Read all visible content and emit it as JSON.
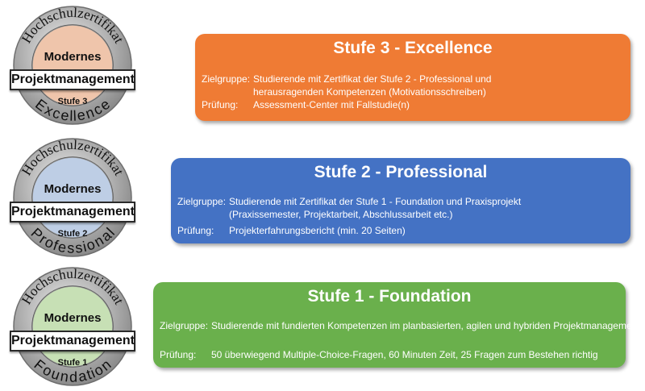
{
  "levels": [
    {
      "seal": {
        "arc_top": "Hochschulzertifikat",
        "line1": "Modernes",
        "line2": "Projektmanagement",
        "stufe": "Stufe 3",
        "arc_bottom": "Excellence",
        "tint": "#e6a77e"
      },
      "card": {
        "title": "Stufe 3 - Excellence",
        "color": "#ef7b34",
        "zielgruppe_label": "Zielgruppe:",
        "zielgruppe_lines": [
          "Studierende mit Zertifikat der Stufe 2 - Professional und",
          "herausragenden Kompetenzen (Motivationsschreiben)"
        ],
        "pruefung_label": "Prüfung:",
        "pruefung_text": "Assessment-Center mit Fallstudie(n)"
      }
    },
    {
      "seal": {
        "arc_top": "Hochschulzertifikat",
        "line1": "Modernes",
        "line2": "Projektmanagement",
        "stufe": "Stufe 2",
        "arc_bottom": "Professional",
        "tint": "#9bb4d8"
      },
      "card": {
        "title": "Stufe 2 - Professional",
        "color": "#4472c4",
        "zielgruppe_label": "Zielgruppe:",
        "zielgruppe_lines": [
          "Studierende mit Zertifikat der Stufe 1 - Foundation und Praxisprojekt",
          "(Praxissemester, Projektarbeit, Abschlussarbeit etc.)"
        ],
        "pruefung_label": "Prüfung:",
        "pruefung_text": "Projekterfahrungsbericht (min. 20 Seiten)"
      }
    },
    {
      "seal": {
        "arc_top": "Hochschulzertifikat",
        "line1": "Modernes",
        "line2": "Projektmanagement",
        "stufe": "Stufe 1",
        "arc_bottom": "Foundation",
        "tint": "#a9d08e"
      },
      "card": {
        "title": "Stufe 1 - Foundation",
        "color": "#6ab04c",
        "zielgruppe_label": "Zielgruppe:",
        "zielgruppe_lines": [
          "Studierende mit fundierten Kompetenzen im planbasierten, agilen und hybriden Projektmanagement"
        ],
        "pruefung_label": "Prüfung:",
        "pruefung_text": "50 überwiegend Multiple-Choice-Fragen, 60 Minuten Zeit, 25 Fragen zum Bestehen richtig"
      }
    }
  ]
}
